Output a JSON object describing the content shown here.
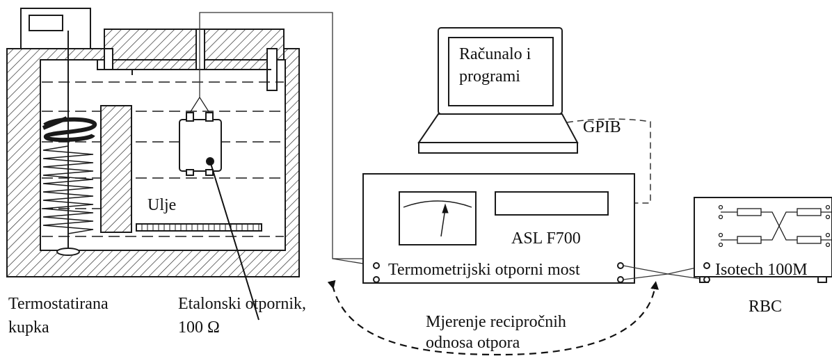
{
  "labels": {
    "computer_line1": "Računalo i",
    "computer_line2": "programi",
    "gpib": "GPIB",
    "oil": "Ulje",
    "bridge_model": "ASL F700",
    "bridge_name": "Termometrijski otporni most",
    "isotech": "Isotech 100M",
    "rbc": "RBC",
    "bath_line1": "Termostatirana",
    "bath_line2": "kupka",
    "resistor_line1": "Etalonski otpornik,",
    "resistor_line2": "100 Ω",
    "measure_line1": "Mjerenje recipročnih",
    "measure_line2": "odnosa otpora"
  },
  "colors": {
    "stroke": "#1a1a1a",
    "background": "#ffffff"
  }
}
